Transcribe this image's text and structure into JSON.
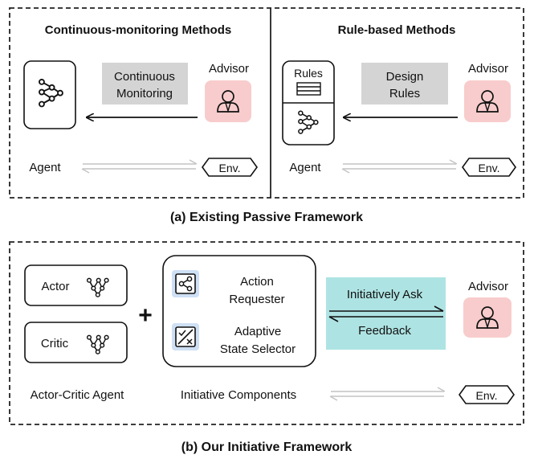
{
  "top": {
    "left_panel": {
      "title": "Continuous-monitoring Methods",
      "advisor_label": "Advisor",
      "channel": [
        "Continuous",
        "Monitoring"
      ],
      "agent_label": "Agent",
      "env_label": "Env."
    },
    "right_panel": {
      "title": "Rule-based Methods",
      "advisor_label": "Advisor",
      "rules_label": "Rules",
      "channel": [
        "Design",
        "Rules"
      ],
      "agent_label": "Agent",
      "env_label": "Env."
    },
    "caption": "(a) Existing Passive Framework"
  },
  "bottom": {
    "actor_label": "Actor",
    "critic_label": "Critic",
    "agent_caption": "Actor-Critic Agent",
    "plus": "+",
    "action_requester": [
      "Action",
      "Requester"
    ],
    "state_selector": [
      "Adaptive",
      "State Selector"
    ],
    "components_caption": "Initiative Components",
    "ask_label": "Initiatively Ask",
    "feedback_label": "Feedback",
    "advisor_label": "Advisor",
    "env_label": "Env.",
    "caption": "(b) Our Initiative Framework"
  },
  "colors": {
    "advisor_bg": "#f8cccc",
    "channel_gray": "#d4d4d4",
    "ask_teal": "#aee3e3",
    "icon_bg": "#cfe0f4",
    "env_arrow_gray": "#c4c4c4"
  },
  "icons": [
    "neural-network-icon",
    "advisor-person-icon",
    "rules-list-icon",
    "share-icon",
    "selector-check-x-icon"
  ]
}
